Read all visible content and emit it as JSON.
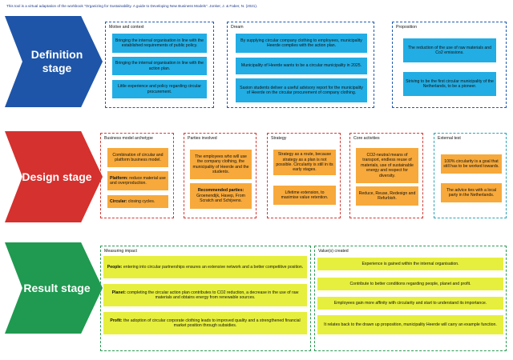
{
  "header": {
    "note": "This tool is a virtual adaptation of the workbook \"Organizing for Sustainability. A guide to Developing New Business Models\". Jonker, J. & Faber, N. (2021)."
  },
  "stages": {
    "definition": "Definition stage",
    "design": "Design stage",
    "result": "Result stage"
  },
  "definition": {
    "motive": {
      "title": "Motive and context",
      "items": [
        "Bringing the internal organisation in line with the established requirements of public policy.",
        "Bringing the internal organisation in line with the action plan.",
        "Little experience and policy regarding circular procurement."
      ]
    },
    "dream": {
      "title": "Dream",
      "items": [
        "By supplying circular company clothing to employees, municipality Heerde complies with the action plan.",
        "Municipality of Heerde wants to be a circular municipality in 2025.",
        "Saxion students deliver a useful advisory report for the municipality of Heerde on the circular procurement of company clothing."
      ]
    },
    "proposition": {
      "title": "Proposition",
      "items": [
        "The reduction of the use of raw materials and Co2 emissions.",
        "Striving to be the first circular municipality of the Netherlands, to be a pioneer."
      ]
    }
  },
  "design": {
    "archetype": {
      "title": "Business model archetype",
      "item1": "Combination of circular and platform business model.",
      "item2_label": "Platform:",
      "item2_text": " reduce material use and overproduction.",
      "item3_label": "Circular:",
      "item3_text": " closing cycles."
    },
    "parties": {
      "title": "Parties involved",
      "item1": "The employees who will use the company clothing, the municipality of Heerde and the students.",
      "item2_label": "Recommended parties:",
      "item2_text": " Groenendijk, Havep, From Scratch and Schijvens."
    },
    "strategy": {
      "title": "Strategy",
      "items": [
        "Strategy as a route, because strategy as a plan is not possible. Circularity is still in its early stages.",
        "Lifetime extension, to maximise value retention."
      ]
    },
    "core": {
      "title": "Core activities",
      "items": [
        "CO2-neutral means of transport, endless reuse of materials, use of sustainable energy and respect for diversity.",
        "Reduce, Reuse, Redesign and Refurbish."
      ]
    },
    "external": {
      "title": "External test",
      "items": [
        "100% circularity is a goal that still has to be worked towards.",
        "The advice ties with a local party in the Netherlands."
      ]
    }
  },
  "result": {
    "impact": {
      "title": "Measuring impact",
      "people_label": "People:",
      "people_text": " entering into circular partnerships ensures an extensive network and a better competitive position.",
      "planet_label": "Planet:",
      "planet_text": " completing the circular action plan contributes to CO2 reduction, a decrease in the use of raw materials and obtains energy from renewable sources.",
      "profit_label": "Profit:",
      "profit_text": " the adoption of circular corporate clothing leads to improved quality and a strengthened financial market position through subsidies."
    },
    "value": {
      "title": "Value(s) created",
      "items": [
        "Experience is gained within the internal organisation.",
        "Contribute to better conditions regarding people, planet and profit.",
        "Employees gain more affinity with circularity and start to understand its importance.",
        "It relates back to the drawn up proposition, municipality Heerde will carry an example function."
      ]
    }
  },
  "colors": {
    "definition": "#1e55a8",
    "design": "#d4312f",
    "result": "#1f9a50",
    "sky_box": "#22ade4",
    "orange_box": "#f7a93b",
    "lime_box": "#e6ef3d"
  }
}
